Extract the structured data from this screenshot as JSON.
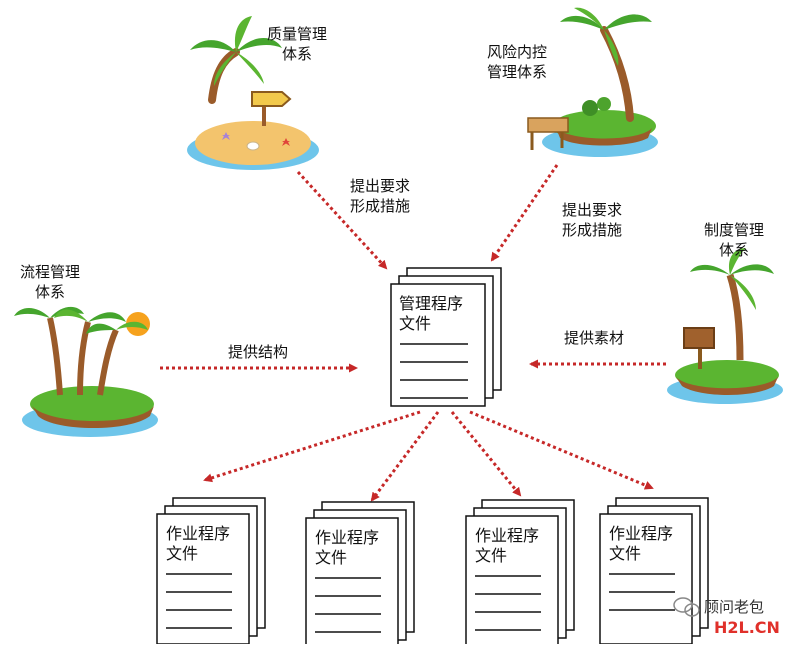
{
  "islands": {
    "quality": "质量管理\n体系",
    "risk": "风险内控\n管理体系",
    "process": "流程管理\n体系",
    "system": "制度管理\n体系"
  },
  "arrows": {
    "quality": "提出要求\n形成措施",
    "risk": "提出要求\n形成措施",
    "process": "提供结构",
    "system": "提供素材"
  },
  "central_doc": "管理程序\n文件",
  "work_docs": [
    "作业程序\n文件",
    "作业程序\n文件",
    "作业程序\n文件",
    "作业程序\n文件"
  ],
  "watermark": {
    "wechat": "顾问老包",
    "site": "H2L.CN"
  },
  "colors": {
    "arrow": "#c62828",
    "sea": "#6ec5ea",
    "sand": "#f3c46d",
    "grass": "#5bb531",
    "trunk": "#9a5b2a",
    "leaf": "#45a52d"
  }
}
